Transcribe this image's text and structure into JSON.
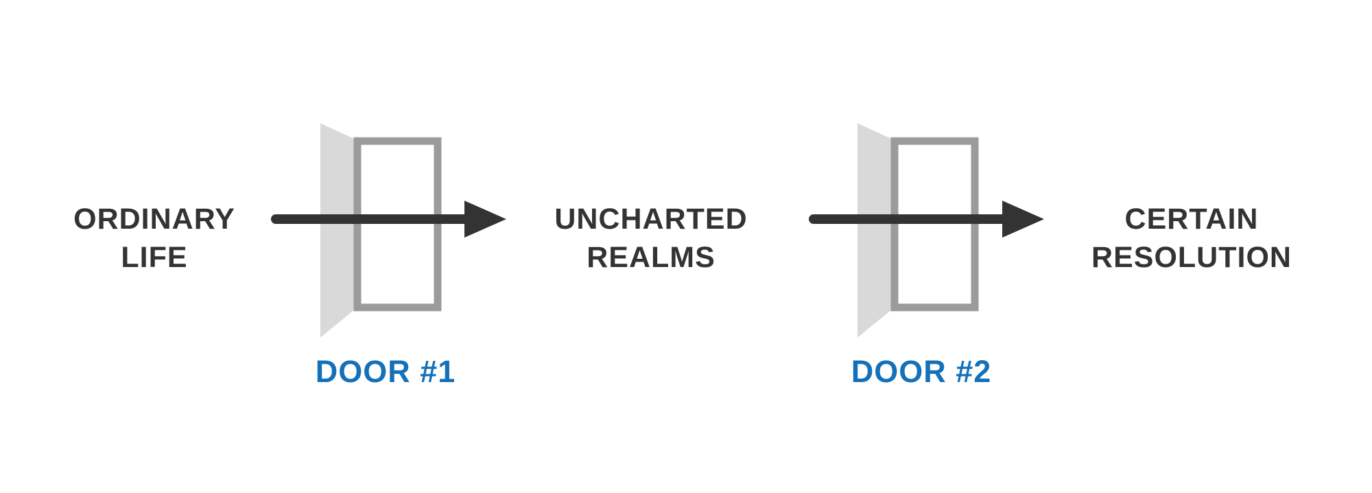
{
  "stages": [
    {
      "line1": "ORDINARY",
      "line2": "LIFE"
    },
    {
      "line1": "UNCHARTED",
      "line2": "REALMS"
    },
    {
      "line1": "CERTAIN",
      "line2": "RESOLUTION"
    }
  ],
  "doors": [
    {
      "label": "DOOR #1"
    },
    {
      "label": "DOOR #2"
    }
  ],
  "colors": {
    "stage_text": "#333333",
    "door_label": "#1470b8",
    "arrow": "#333333",
    "door_frame": "#9b9b9b",
    "door_shadow": "#d9d9d9",
    "background": "#ffffff"
  }
}
